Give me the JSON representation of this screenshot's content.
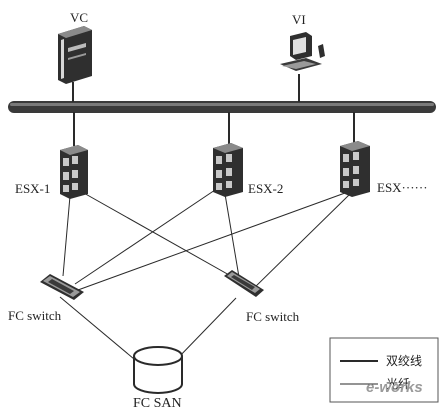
{
  "nodes": {
    "vc": "VC",
    "vi": "VI",
    "esx1": "ESX-1",
    "esx2": "ESX-2",
    "esx3": "ESX······",
    "fc_switch_left": "FC switch",
    "fc_switch_right": "FC switch",
    "fc_san": "FC SAN"
  },
  "legend": {
    "twisted_pair": "双绞线",
    "fiber": "光纤"
  },
  "watermark": "e-works",
  "colors": {
    "line": "#2a2a2a",
    "bus": "#3a3a3a",
    "device": "#2f2f2f"
  }
}
